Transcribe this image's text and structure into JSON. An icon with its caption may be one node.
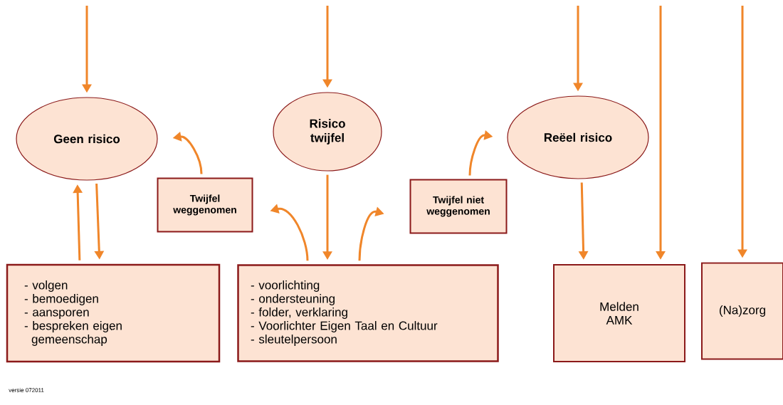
{
  "diagram": {
    "nodes": [
      {
        "text": [
          "Geen risico"
        ]
      },
      {
        "text": [
          "Risico twijfel"
        ]
      },
      {
        "text": [
          "Reëel risico"
        ]
      },
      {
        "text": [
          "Twijfel weggenomen"
        ]
      },
      {
        "text": [
          "Twijfel niet weggenomen"
        ]
      },
      {
        "text": [
          "- volgen",
          "- bemoedigen",
          "- aansporen",
          "- bespreken eigen gemeenschap"
        ]
      },
      {
        "text": [
          "- voorlichting",
          "- ondersteuning",
          "- folder, verklaring",
          "- Voorlichter Eigen Taal en Cultuur",
          "- sleutelpersoon"
        ]
      },
      {
        "text": [
          "Melden AMK"
        ]
      },
      {
        "text": [
          "(Na)zorg"
        ]
      }
    ],
    "edges": [
      {
        "from": null,
        "to": 0,
        "arrow": "to"
      },
      {
        "from": null,
        "to": 1,
        "arrow": "to"
      },
      {
        "from": null,
        "to": 2,
        "arrow": "to"
      },
      {
        "from": null,
        "to": 7,
        "arrow": "to"
      },
      {
        "from": null,
        "to": 8,
        "arrow": "to"
      },
      {
        "from": 0,
        "to": 5,
        "arrow": "to"
      },
      {
        "from": 5,
        "to": 0,
        "arrow": "to"
      },
      {
        "from": 1,
        "to": 6,
        "arrow": "to"
      },
      {
        "from": 6,
        "to": 3,
        "arrow": "to"
      },
      {
        "from": 6,
        "to": 4,
        "arrow": "to"
      },
      {
        "from": 3,
        "to": 0,
        "arrow": "to"
      },
      {
        "from": 4,
        "to": 2,
        "arrow": "to"
      },
      {
        "from": 2,
        "to": 7,
        "arrow": "to"
      }
    ],
    "labels": [
      "versie 072011"
    ]
  }
}
